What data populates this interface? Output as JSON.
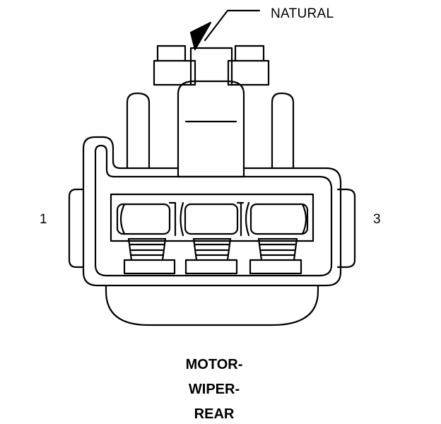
{
  "callout": {
    "label": "NATURAL"
  },
  "pins": {
    "left": "1",
    "right": "3"
  },
  "title_lines": [
    "MOTOR-",
    "WIPER-",
    "REAR"
  ],
  "colors": {
    "stroke": "#000000",
    "background": "#ffffff"
  }
}
